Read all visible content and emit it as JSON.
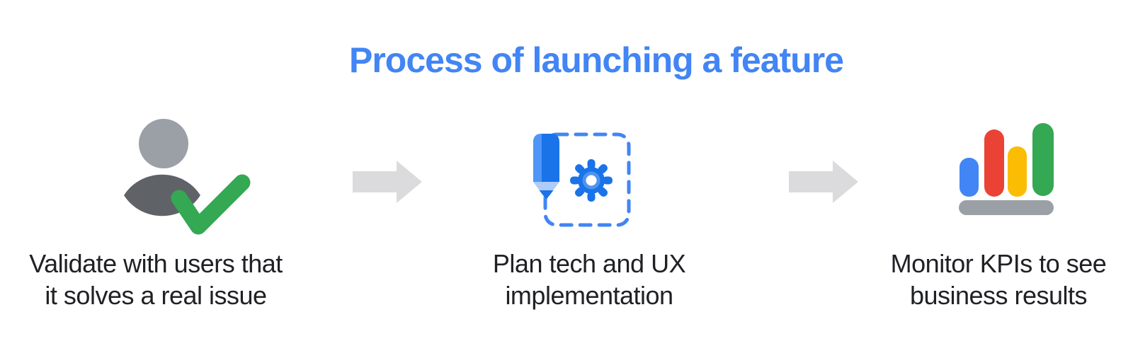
{
  "title": "Process of launching a feature",
  "steps": [
    {
      "name": "validate",
      "icon": "user-check-icon",
      "label_line1": "Validate with users that",
      "label_line2": "it solves a real issue"
    },
    {
      "name": "plan",
      "icon": "pencil-gear-icon",
      "label_line1": "Plan tech and UX",
      "label_line2": "implementation"
    },
    {
      "name": "monitor",
      "icon": "bar-chart-icon",
      "label_line1": "Monitor KPIs to see",
      "label_line2": "business results"
    }
  ],
  "connectors": [
    "arrow-right",
    "arrow-right"
  ],
  "colors": {
    "background": "#FFFFFF",
    "title_blue": "#4285F4",
    "text": "#202124",
    "arrow_gray": "#DBDBDD",
    "person_head_gray": "#9AA0A6",
    "person_body_gray": "#5F6368",
    "check_green": "#34A853",
    "pencil_main_blue": "#1A73E8",
    "pencil_highlight_blue": "#4E96F7",
    "pencil_wood_light_blue": "#AECBFA",
    "gear_blue": "#1A73E8",
    "gear_ring_blue": "#4E94F0",
    "dashed_frame_blue": "#4285F4",
    "bar_blue": "#4285F4",
    "bar_red": "#EA4335",
    "bar_yellow": "#FBBC04",
    "bar_green": "#34A853",
    "bar_base_gray": "#9AA0A6"
  }
}
